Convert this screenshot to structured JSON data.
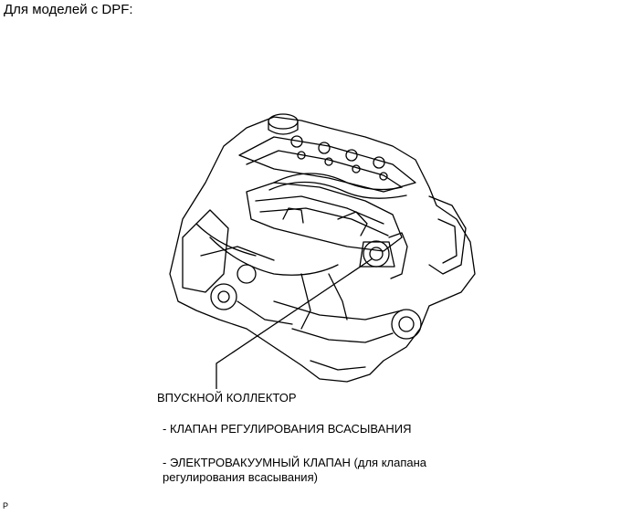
{
  "heading": "Для моделей с DPF:",
  "callouts": {
    "main": "ВПУСКНОЙ КОЛЛЕКТОР",
    "sub1": "- КЛАПАН РЕГУЛИРОВАНИЯ ВСАСЫВАНИЯ",
    "sub2": "- ЭЛЕКТРОВАКУУМНЫЙ КЛАПАН (для клапана регулирования всасывания)"
  },
  "corner_mark": "P"
}
